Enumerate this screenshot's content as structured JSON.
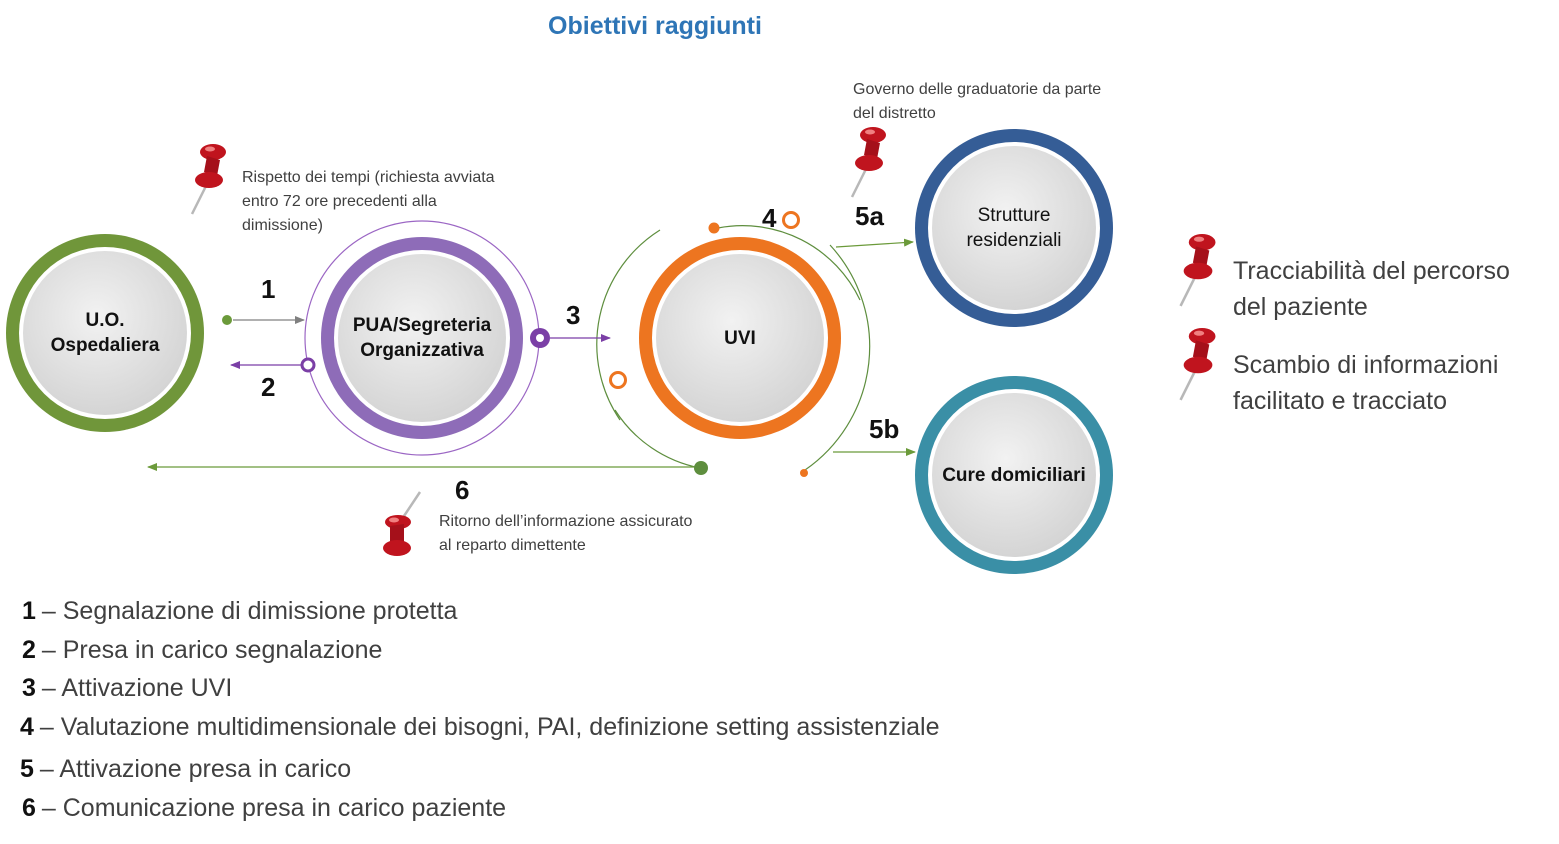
{
  "title": "Obiettivi raggiunti",
  "nodes": {
    "uo": "U.O. Ospedaliera",
    "pua": "PUA/Segreteria Organizzativa",
    "uvi": "UVI",
    "strutture": "Strutture residenziali",
    "cure": "Cure domiciliari"
  },
  "steps": {
    "s1": "1",
    "s2": "2",
    "s3": "3",
    "s4": "4",
    "s5a": "5a",
    "s5b": "5b",
    "s6": "6"
  },
  "notes": {
    "rispetto": "Rispetto dei tempi (richiesta avviata entro 72 ore precedenti alla dimissione)",
    "governo": "Governo delle graduatorie da parte del distretto",
    "ritorno": "Ritorno dell’informazione assicurato al reparto dimettente"
  },
  "side_notes": [
    "Tracciabilità del percorso del paziente",
    "Scambio di informazioni facilitato e tracciato"
  ],
  "legend": [
    {
      "num": "1",
      "text": "– Segnalazione di dimissione protetta"
    },
    {
      "num": "2",
      "text": "– Presa in carico segnalazione"
    },
    {
      "num": "3",
      "text": "– Attivazione UVI"
    },
    {
      "num": "4",
      "text": "– Valutazione multidimensionale dei bisogni, PAI, definizione setting assistenziale"
    },
    {
      "num": "5",
      "text": "– Attivazione presa in carico"
    },
    {
      "num": "6",
      "text": "– Comunicazione presa in carico paziente"
    }
  ],
  "colors": {
    "title": "#2e75b6",
    "uo": "#70963a",
    "pua": "#8e6cb8",
    "uvi": "#ed7520",
    "strutture": "#355d96",
    "cure": "#3a8fa6",
    "pin": "#c0141e"
  },
  "icons": {
    "pin": "pushpin-icon"
  }
}
